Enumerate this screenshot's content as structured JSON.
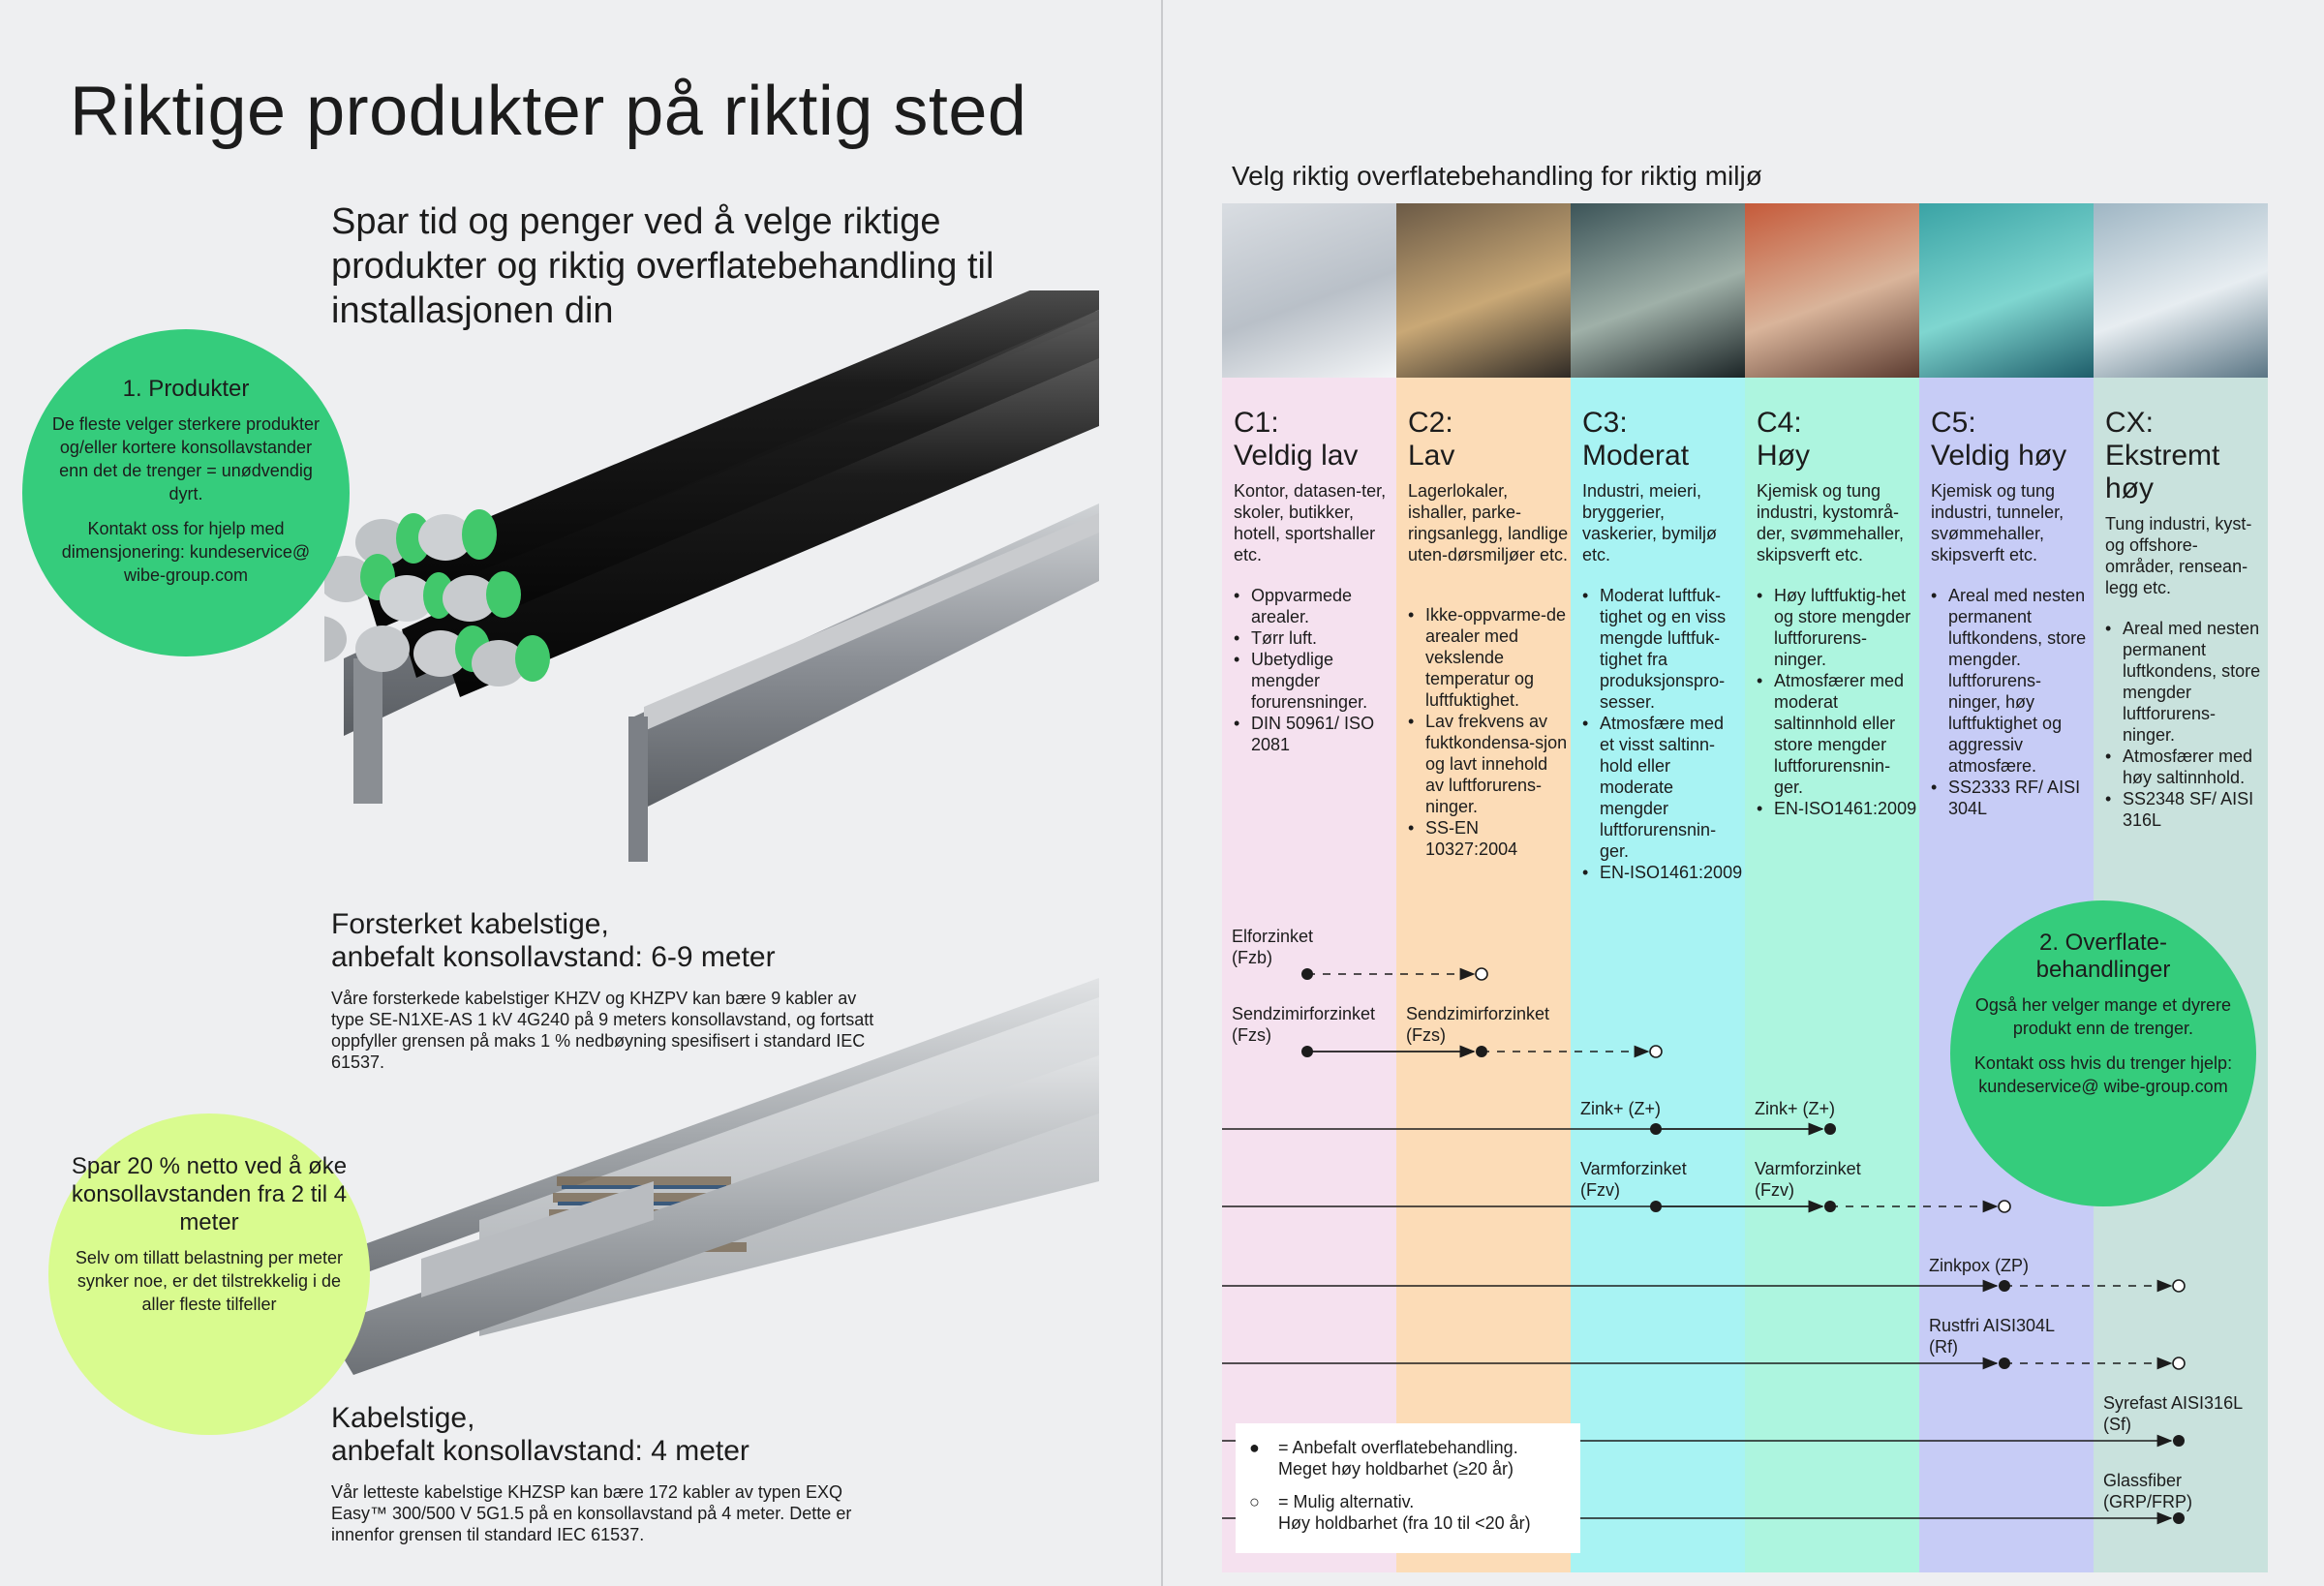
{
  "page_title": "Riktige produkter på riktig sted",
  "subheading": "Spar tid og penger ved å velge riktige produkter og riktig overflatebehandling til installasjonen din",
  "circle_products": {
    "title": "1. Produkter",
    "text1": "De fleste velger sterkere produkter og/eller kortere konsollavstander enn det de trenger = unødvendig dyrt.",
    "text2": "Kontakt oss for hjelp med dimensjonering: kundeservice@ wibe-group.com"
  },
  "circle_savings": {
    "title": "Spar 20 % netto ved å øke konsollavstanden fra 2 til 4 meter",
    "text": "Selv om tillatt belastning per meter synker noe, er det tilstrekkelig i de aller fleste tilfeller"
  },
  "product1": {
    "title_line1": "Forsterket kabelstige,",
    "title_line2": "anbefalt konsollavstand: 6-9 meter",
    "text": "Våre forsterkede kabelstiger KHZV og KHZPV kan bære 9 kabler av type SE-N1XE-AS 1 kV 4G240 på 9 meters konsollavstand, og fortsatt oppfyller grensen på maks 1 % nedbøyning spesifisert i standard IEC 61537."
  },
  "product2": {
    "title_line1": "Kabelstige,",
    "title_line2": "anbefalt konsollavstand: 4 meter",
    "text": "Vår letteste kabelstige KHZSP kan bære 172 kabler av typen EXQ Easy™ 300/500 V 5G1.5 på en konsollavstand på 4 meter. Dette er innenfor grensen til standard IEC 61537."
  },
  "chart": {
    "title": "Velg riktig overflatebehandling for riktig miljø",
    "columns": [
      {
        "code": "C1:",
        "name": "Veldig lav",
        "desc": "Kontor, datasen-ter, skoler, butikker, hotell, sportshaller etc.",
        "bullets": [
          "Oppvarmede arealer.",
          "Tørr luft.",
          "Ubetydlige mengder forurensninger.",
          "DIN 50961/ ISO 2081"
        ],
        "color": "#f5e1ef",
        "image": "office-photo"
      },
      {
        "code": "C2:",
        "name": "Lav",
        "desc": "Lagerlokaler, ishaller, parke-ringsanlegg, landlige uten-dørsmiljøer etc.",
        "bullets": [
          "Ikke-oppvarme-de arealer med vekslende temperatur og luftfuktighet.",
          "Lav frekvens av fuktkondensa-sjon og lavt innehold av luftforurens-ninger.",
          "SS-EN 10327:2004"
        ],
        "color": "#fcdcb7",
        "image": "warehouse-photo"
      },
      {
        "code": "C3:",
        "name": "Moderat",
        "desc": "Industri, meieri, bryggerier, vaskerier, bymiljø etc.",
        "bullets": [
          "Moderat luftfuk-tighet og en viss mengde luftfuk-tighet fra produksjonspro-sesser.",
          "Atmosfære med et visst saltinn-hold eller moderate mengder luftforurensnin-ger.",
          "EN-ISO1461:2009"
        ],
        "color": "#a8f3f3",
        "image": "industry-photo"
      },
      {
        "code": "C4:",
        "name": "Høy",
        "desc": "Kjemisk og tung industri, kystområ-der, svømmehaller, skipsverft etc.",
        "bullets": [
          "Høy luftfuktig-het og store mengder luftforurens-ninger.",
          "Atmosfærer med moderat saltinnhold eller store mengder luftforurensnin-ger.",
          "EN-ISO1461:2009"
        ],
        "color": "#adf5df",
        "image": "chemical-industry-photo"
      },
      {
        "code": "C5:",
        "name": "Veldig høy",
        "desc": "Kjemisk og tung industri, tunneler, svømmehaller, skipsverft etc.",
        "bullets": [
          "Areal med nesten permanent luftkondens, store mengder. luftforurens-ninger, høy luftfuktighet og aggressiv atmosfære.",
          "SS2333 RF/ AISI 304L"
        ],
        "color": "#c7ccf6",
        "image": "swimming-pool-photo"
      },
      {
        "code": "CX:",
        "name": "Ekstremt høy",
        "desc": "Tung industri, kyst- og offshore-områder, rensean-legg etc.",
        "bullets": [
          "Areal med nesten permanent luftkondens, store mengder luftforurens-ninger.",
          "Atmosfærer med høy saltinnhold.",
          "SS2348 SF/ AISI 316L"
        ],
        "color": "#c9e2dd",
        "image": "fish-farm-photo"
      }
    ],
    "treatments": [
      {
        "label_line1": "Elforzinket",
        "label_line2": "(Fzb)"
      },
      {
        "label_line1": "Sendzimirforzinket",
        "label_line2": "(Fzs)"
      },
      {
        "label_line1": "Sendzimirforzinket",
        "label_line2": "(Fzs)"
      },
      {
        "label_line1": "Zink+ (Z+)",
        "label_line2": ""
      },
      {
        "label_line1": "Zink+ (Z+)",
        "label_line2": ""
      },
      {
        "label_line1": "Varmforzinket",
        "label_line2": "(Fzv)"
      },
      {
        "label_line1": "Varmforzinket",
        "label_line2": "(Fzv)"
      },
      {
        "label_line1": "Zinkpox (ZP)",
        "label_line2": ""
      },
      {
        "label_line1": "Rustfri AISI304L",
        "label_line2": "(Rf)"
      },
      {
        "label_line1": "Syrefast AISI316L",
        "label_line2": "(Sf)"
      },
      {
        "label_line1": "Glassfiber",
        "label_line2": "(GRP/FRP)"
      }
    ],
    "legend": {
      "filled_line1": "= Anbefalt overflatebehandling.",
      "filled_line2": "Meget høy holdbarhet (≥20 år)",
      "open_line1": "= Mulig alternativ.",
      "open_line2": "Høy holdbarhet (fra 10 til <20 år)"
    }
  },
  "circle_surface": {
    "title": "2. Overflate-behandlinger",
    "text1": "Også her velger mange et dyrere produkt enn de trenger.",
    "text2": "Kontakt oss hvis du trenger hjelp: kundeservice@ wibe-group.com"
  }
}
